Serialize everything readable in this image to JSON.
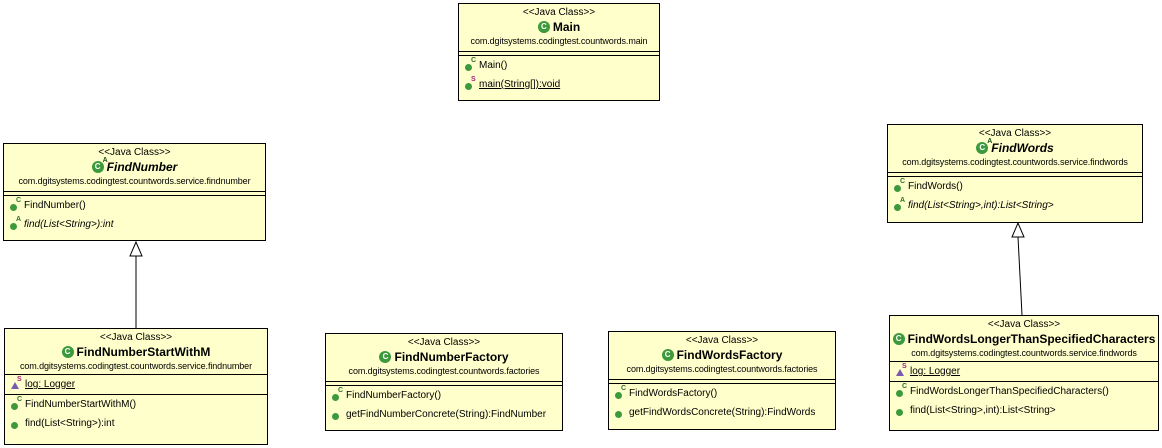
{
  "diagram": {
    "stereotype": "<<Java Class>>",
    "classes": {
      "main": {
        "name": "Main",
        "package": "com.dgitsystems.codingtest.countwords.main",
        "attributes": [],
        "operations": [
          {
            "text": "Main()",
            "sup": "C"
          },
          {
            "text": "main(String[]):void",
            "sup": "S"
          }
        ]
      },
      "find_number": {
        "name": "FindNumber",
        "package": "com.dgitsystems.codingtest.countwords.service.findnumber",
        "attributes": [],
        "operations": [
          {
            "text": "FindNumber()",
            "sup": "C"
          },
          {
            "text": "find(List<String>):int",
            "sup": "A"
          }
        ]
      },
      "find_words": {
        "name": "FindWords",
        "package": "com.dgitsystems.codingtest.countwords.service.findwords",
        "attributes": [],
        "operations": [
          {
            "text": "FindWords()",
            "sup": "C"
          },
          {
            "text": "find(List<String>,int):List<String>",
            "sup": "A"
          }
        ]
      },
      "find_number_start_with_m": {
        "name": "FindNumberStartWithM",
        "package": "com.dgitsystems.codingtest.countwords.service.findnumber",
        "attributes": [
          {
            "text": "log: Logger",
            "sup": "S"
          }
        ],
        "operations": [
          {
            "text": "FindNumberStartWithM()",
            "sup": "C"
          },
          {
            "text": "find(List<String>):int",
            "sup": ""
          }
        ]
      },
      "find_number_factory": {
        "name": "FindNumberFactory",
        "package": "com.dgitsystems.codingtest.countwords.factories",
        "attributes": [],
        "operations": [
          {
            "text": "FindNumberFactory()",
            "sup": "C"
          },
          {
            "text": "getFindNumberConcrete(String):FindNumber",
            "sup": ""
          }
        ]
      },
      "find_words_factory": {
        "name": "FindWordsFactory",
        "package": "com.dgitsystems.codingtest.countwords.factories",
        "attributes": [],
        "operations": [
          {
            "text": "FindWordsFactory()",
            "sup": "C"
          },
          {
            "text": "getFindWordsConcrete(String):FindWords",
            "sup": ""
          }
        ]
      },
      "find_words_longer": {
        "name": "FindWordsLongerThanSpecifiedCharacters",
        "package": "com.dgitsystems.codingtest.countwords.service.findwords",
        "attributes": [
          {
            "text": "log: Logger",
            "sup": "S"
          }
        ],
        "operations": [
          {
            "text": "FindWordsLongerThanSpecifiedCharacters()",
            "sup": "C"
          },
          {
            "text": "find(List<String>,int):List<String>",
            "sup": ""
          }
        ]
      }
    },
    "relations": [
      {
        "type": "generalization",
        "from": "FindNumberStartWithM",
        "to": "FindNumber"
      },
      {
        "type": "generalization",
        "from": "FindWordsLongerThanSpecifiedCharacters",
        "to": "FindWords"
      }
    ]
  }
}
